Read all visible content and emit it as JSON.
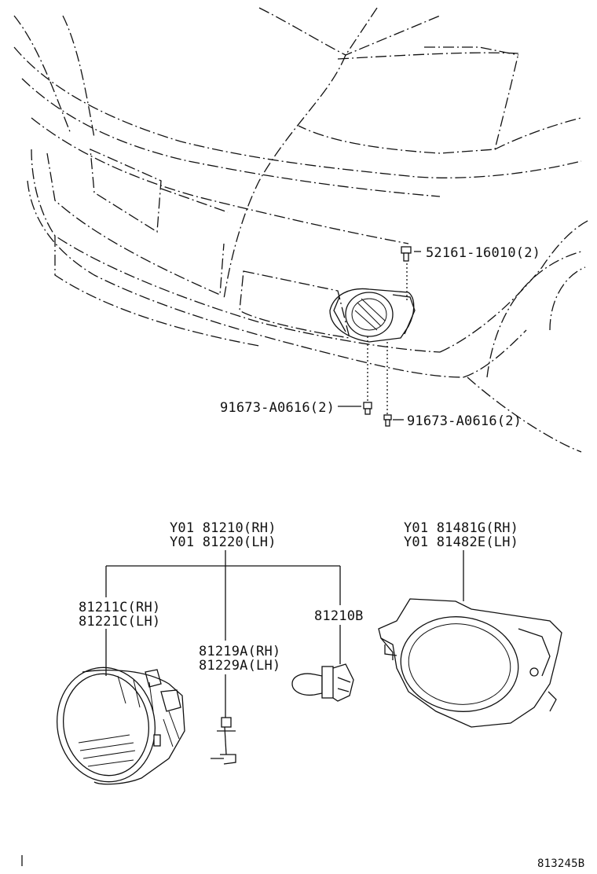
{
  "labels": {
    "bolt_top": "52161-16010(2)",
    "bolt_left": "91673-A0616(2)",
    "bolt_right": "91673-A0616(2)",
    "assy_rh": "Y01 81210(RH)",
    "assy_lh": "Y01 81220(LH)",
    "cover_rh": "Y01 81481G(RH)",
    "cover_lh": "Y01 81482E(LH)",
    "lens_rh": "81211C(RH)",
    "lens_lh": "81221C(LH)",
    "bulb": "81210B",
    "socket_rh": "81219A(RH)",
    "socket_lh": "81229A(LH)",
    "diagram_id": "813245B"
  }
}
